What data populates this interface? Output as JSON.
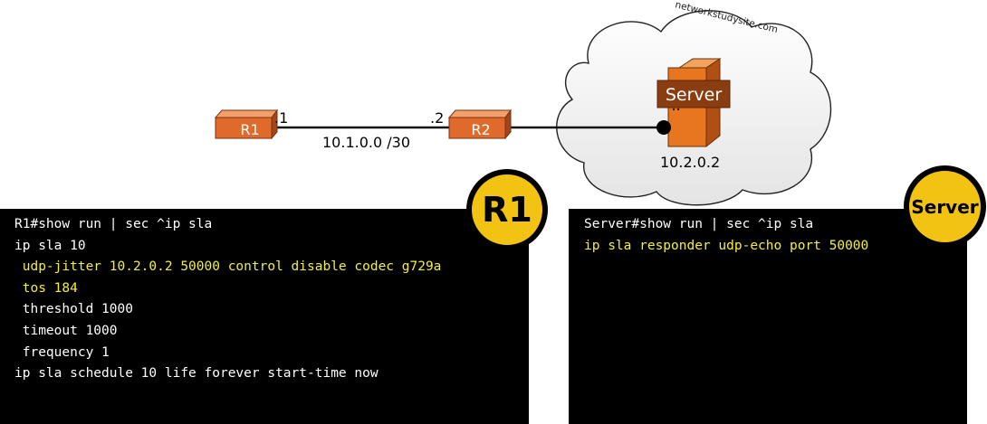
{
  "watermark": "networkstudysite.com",
  "nodes": {
    "r1": {
      "label": "R1",
      "interface_ip": ".1"
    },
    "r2": {
      "label": "R2",
      "interface_ip": ".2"
    },
    "server": {
      "label": "Server",
      "ip": "10.2.0.2"
    }
  },
  "link_subnet": "10.1.0.0 /30",
  "badges": {
    "r1": "R1",
    "server": "Server"
  },
  "terminals": {
    "r1": {
      "lines": [
        {
          "text": "R1#show run | sec ^ip sla",
          "highlight": false
        },
        {
          "text": "ip sla 10",
          "highlight": false
        },
        {
          "text": " udp-jitter 10.2.0.2 50000 control disable codec g729a",
          "highlight": true
        },
        {
          "text": " tos 184",
          "highlight": true
        },
        {
          "text": " threshold 1000",
          "highlight": false
        },
        {
          "text": " timeout 1000",
          "highlight": false
        },
        {
          "text": " frequency 1",
          "highlight": false
        },
        {
          "text": "ip sla schedule 10 life forever start-time now",
          "highlight": false
        }
      ]
    },
    "server": {
      "lines": [
        {
          "text": "Server#show run | sec ^ip sla",
          "highlight": false
        },
        {
          "text": "ip sla responder udp-echo port 50000",
          "highlight": true
        }
      ]
    }
  },
  "colors": {
    "router": "#e06a2c",
    "server": "#e8751f",
    "server_label_bg": "#8a3d10",
    "highlight": "#f4ef3a",
    "badge": "#f2c312"
  }
}
